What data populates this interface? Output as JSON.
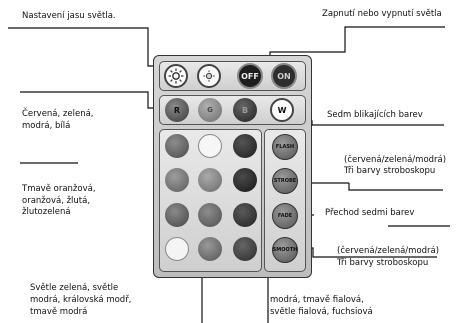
{
  "labels": {
    "brightness": "Nastavení jasu světla.",
    "power": "Zapnutí nebo vypnutí světla",
    "rgbw_line1": "Červená, zelená,",
    "rgbw_line2": "modrá, bílá",
    "flash": "Sedm blikajících barev",
    "dark_line1": "Tmavě oranžová,",
    "dark_line2": "oranžová, žlutá,",
    "dark_line3": "žlutozelená",
    "strobe_line1": "(červená/zelená/modrá)",
    "strobe_line2": "Tři barvy stroboskopu",
    "fade": "Přechod sedmi barev",
    "smooth_line1": "(červená/zelená/modrá)",
    "smooth_line2": "Tři barvy stroboskopu",
    "light_line1": "Světle zelená, světle",
    "light_line2": "modrá, královská modř,",
    "light_line3": "tmavě modrá",
    "purple_line1": "modrá, tmavě fialová,",
    "purple_line2": "světle fialová, fuchsiová"
  },
  "remote": {
    "off_label": "OFF",
    "on_label": "ON",
    "r_label": "R",
    "g_label": "G",
    "b_label": "B",
    "w_label": "W",
    "flash_label": "FLASH",
    "strobe_label": "STROBE",
    "fade_label": "FADE",
    "smooth_label": "SMOOTH",
    "brightness_up_icon": "sun-icon",
    "brightness_down_icon": "sun-outline-icon"
  },
  "colors": {
    "line": "#111111",
    "remote_bg": "#c8c8c8",
    "button_dark": "#2a2a2a",
    "mode_button": "#7a7a7a"
  }
}
